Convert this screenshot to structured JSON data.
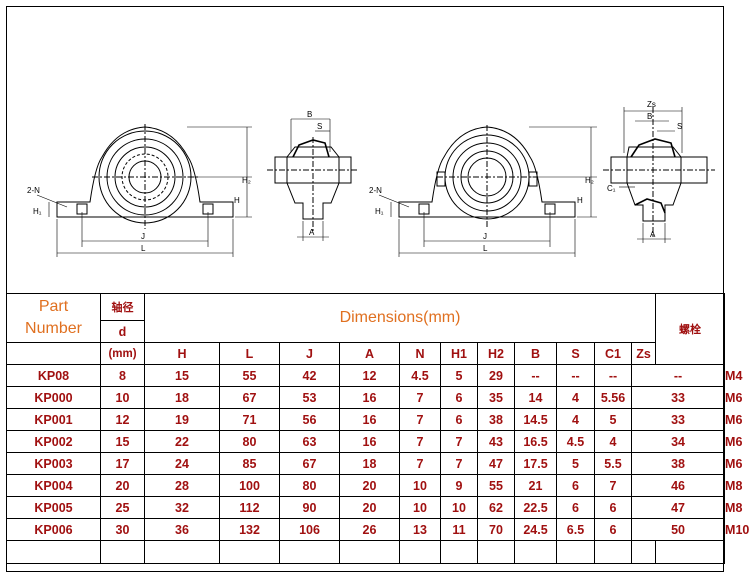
{
  "drawing": {
    "labels": {
      "two_n": "2-N",
      "h1": "H₁",
      "h2": "H₂",
      "h": "H",
      "j": "J",
      "l": "L",
      "a": "A",
      "b": "B",
      "s": "S",
      "zs": "Zs",
      "c1": "C₁"
    }
  },
  "table": {
    "part_header_line1": "Part",
    "part_header_line2": "Number",
    "shaft_cn": "轴径",
    "shaft_symbol": "d",
    "shaft_unit": "(mm)",
    "dimensions_header": "Dimensions(mm)",
    "bolt_cn": "螺栓",
    "columns": [
      "H",
      "L",
      "J",
      "A",
      "N",
      "H1",
      "H2",
      "B",
      "S",
      "C1",
      "Zs"
    ],
    "rows": [
      {
        "part": "KP08",
        "d": "8",
        "vals": [
          "15",
          "55",
          "42",
          "12",
          "4.5",
          "5",
          "29",
          "--",
          "--",
          "--",
          "--"
        ],
        "bolt": "M4"
      },
      {
        "part": "KP000",
        "d": "10",
        "vals": [
          "18",
          "67",
          "53",
          "16",
          "7",
          "6",
          "35",
          "14",
          "4",
          "5.56",
          "33"
        ],
        "bolt": "M6"
      },
      {
        "part": "KP001",
        "d": "12",
        "vals": [
          "19",
          "71",
          "56",
          "16",
          "7",
          "6",
          "38",
          "14.5",
          "4",
          "5",
          "33"
        ],
        "bolt": "M6"
      },
      {
        "part": "KP002",
        "d": "15",
        "vals": [
          "22",
          "80",
          "63",
          "16",
          "7",
          "7",
          "43",
          "16.5",
          "4.5",
          "4",
          "34"
        ],
        "bolt": "M6"
      },
      {
        "part": "KP003",
        "d": "17",
        "vals": [
          "24",
          "85",
          "67",
          "18",
          "7",
          "7",
          "47",
          "17.5",
          "5",
          "5.5",
          "38"
        ],
        "bolt": "M6"
      },
      {
        "part": "KP004",
        "d": "20",
        "vals": [
          "28",
          "100",
          "80",
          "20",
          "10",
          "9",
          "55",
          "21",
          "6",
          "7",
          "46"
        ],
        "bolt": "M8"
      },
      {
        "part": "KP005",
        "d": "25",
        "vals": [
          "32",
          "112",
          "90",
          "20",
          "10",
          "10",
          "62",
          "22.5",
          "6",
          "6",
          "47"
        ],
        "bolt": "M8"
      },
      {
        "part": "KP006",
        "d": "30",
        "vals": [
          "36",
          "132",
          "106",
          "26",
          "13",
          "11",
          "70",
          "24.5",
          "6.5",
          "6",
          "50"
        ],
        "bolt": "M10"
      }
    ]
  }
}
